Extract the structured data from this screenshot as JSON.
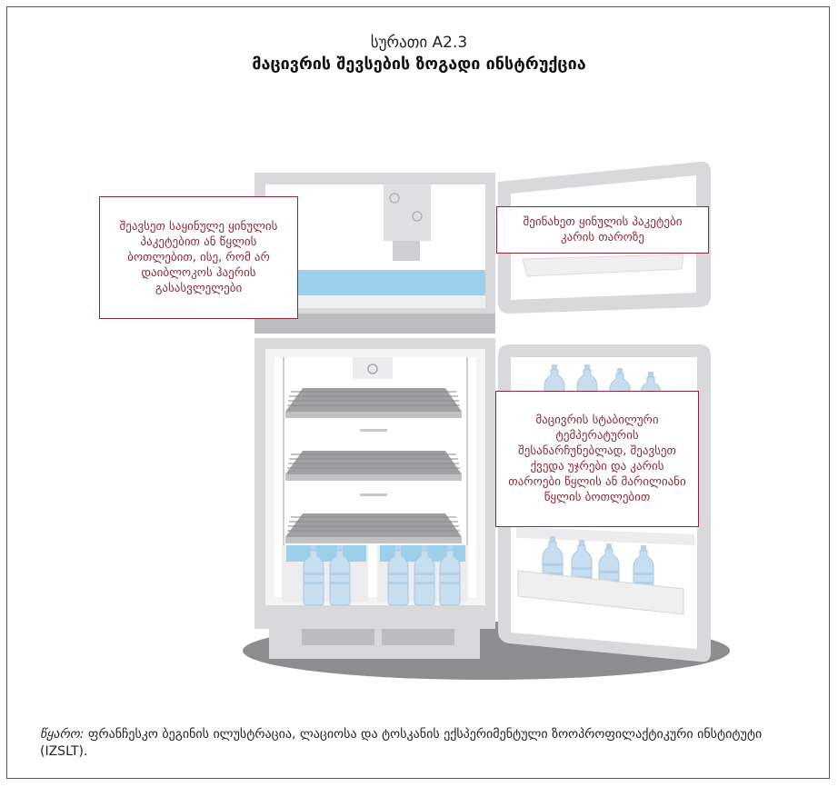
{
  "figure": {
    "label": "სურათი A2.3",
    "title": "მაცივრის შევსების ზოგადი ინსტრუქცია"
  },
  "callouts": {
    "freezer": "შეავსეთ საყინულე ყინულის პაკეტებით ან წყლის ბოთლებით, ისე, რომ არ დაიბლოკოს ჰაერის გასასვლელები",
    "freezer_door": "შეინახეთ ყინულის პაკეტები კარის თაროზე",
    "fridge": "მაცივრის სტაბილური ტემპერატურის შესანარჩუნებლად, შეავსეთ ქვედა უჯრები და კარის თაროები წყლის ან მარილიანი წყლის ბოთლებით"
  },
  "source": {
    "label": "წყარო:",
    "text": " ფრანჩესკო ბეგინის ილუსტრაცია, ლაციოსა და ტოსკანის ექსპერიმენტული ზოოპროფილაქტიკური ინსტიტუტი (IZSLT)."
  },
  "colors": {
    "callout_border": "#8a2a3c",
    "fridge_body": "#d9d9db",
    "water": "#9ccfe9",
    "bottle": "#c7def0"
  }
}
